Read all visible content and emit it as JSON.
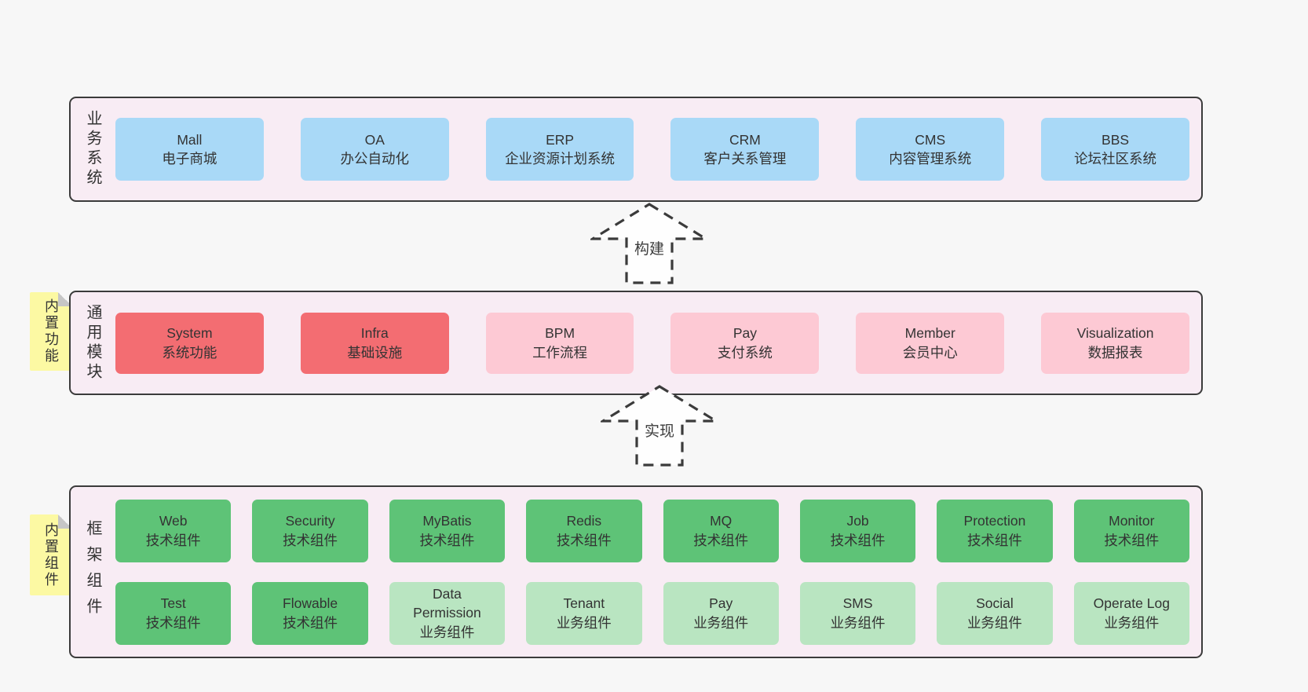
{
  "colors": {
    "page_bg": "#f7f7f7",
    "band_bg": "#f8ecf4",
    "band_border": "#3b3b3b",
    "blue": "#a9d9f7",
    "red": "#f36d72",
    "pink": "#fdc9d4",
    "green": "#5ec377",
    "green_light": "#b9e5c1",
    "sticky_yellow": "#fcf9a3",
    "text": "#333333"
  },
  "arrows": [
    {
      "label": "构建"
    },
    {
      "label": "实现"
    }
  ],
  "stickies": [
    {
      "label": "内置功能"
    },
    {
      "label": "内置组件"
    }
  ],
  "bands": [
    {
      "label": "业务系统",
      "boxes": [
        {
          "name": "Mall",
          "sub": "电子商城"
        },
        {
          "name": "OA",
          "sub": "办公自动化"
        },
        {
          "name": "ERP",
          "sub": "企业资源计划系统"
        },
        {
          "name": "CRM",
          "sub": "客户关系管理"
        },
        {
          "name": "CMS",
          "sub": "内容管理系统"
        },
        {
          "name": "BBS",
          "sub": "论坛社区系统"
        }
      ]
    },
    {
      "label": "通用模块",
      "boxes": [
        {
          "name": "System",
          "sub": "系统功能"
        },
        {
          "name": "Infra",
          "sub": "基础设施"
        },
        {
          "name": "BPM",
          "sub": "工作流程"
        },
        {
          "name": "Pay",
          "sub": "支付系统"
        },
        {
          "name": "Member",
          "sub": "会员中心"
        },
        {
          "name": "Visualization",
          "sub": "数据报表"
        }
      ]
    },
    {
      "label": "框架组件",
      "rows": [
        [
          {
            "name": "Web",
            "sub": "技术组件"
          },
          {
            "name": "Security",
            "sub": "技术组件"
          },
          {
            "name": "MyBatis",
            "sub": "技术组件"
          },
          {
            "name": "Redis",
            "sub": "技术组件"
          },
          {
            "name": "MQ",
            "sub": "技术组件"
          },
          {
            "name": "Job",
            "sub": "技术组件"
          },
          {
            "name": "Protection",
            "sub": "技术组件"
          },
          {
            "name": "Monitor",
            "sub": "技术组件"
          }
        ],
        [
          {
            "name": "Test",
            "sub": "技术组件"
          },
          {
            "name": "Flowable",
            "sub": "技术组件"
          },
          {
            "name": "Data Permission",
            "sub": "业务组件"
          },
          {
            "name": "Tenant",
            "sub": "业务组件"
          },
          {
            "name": "Pay",
            "sub": "业务组件"
          },
          {
            "name": "SMS",
            "sub": "业务组件"
          },
          {
            "name": "Social",
            "sub": "业务组件"
          },
          {
            "name": "Operate Log",
            "sub": "业务组件"
          }
        ]
      ]
    }
  ]
}
